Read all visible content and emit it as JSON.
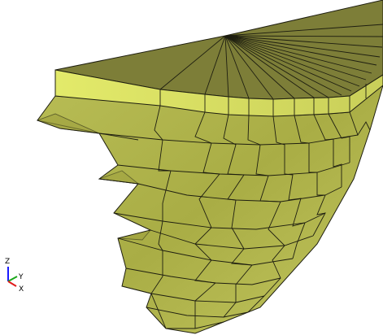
{
  "viewport": {
    "background": "#ffffff",
    "face_color": "#a9ad45",
    "top_face_color": "#7d7e38",
    "rim_face_color": "#d9e25f",
    "edge_color": "#1e1e10"
  },
  "triad": {
    "z_label": "Z",
    "y_label": "Y",
    "x_label": "X",
    "z_color": "#1a1aff",
    "y_color": "#1aa81a",
    "x_color": "#e01a1a"
  }
}
